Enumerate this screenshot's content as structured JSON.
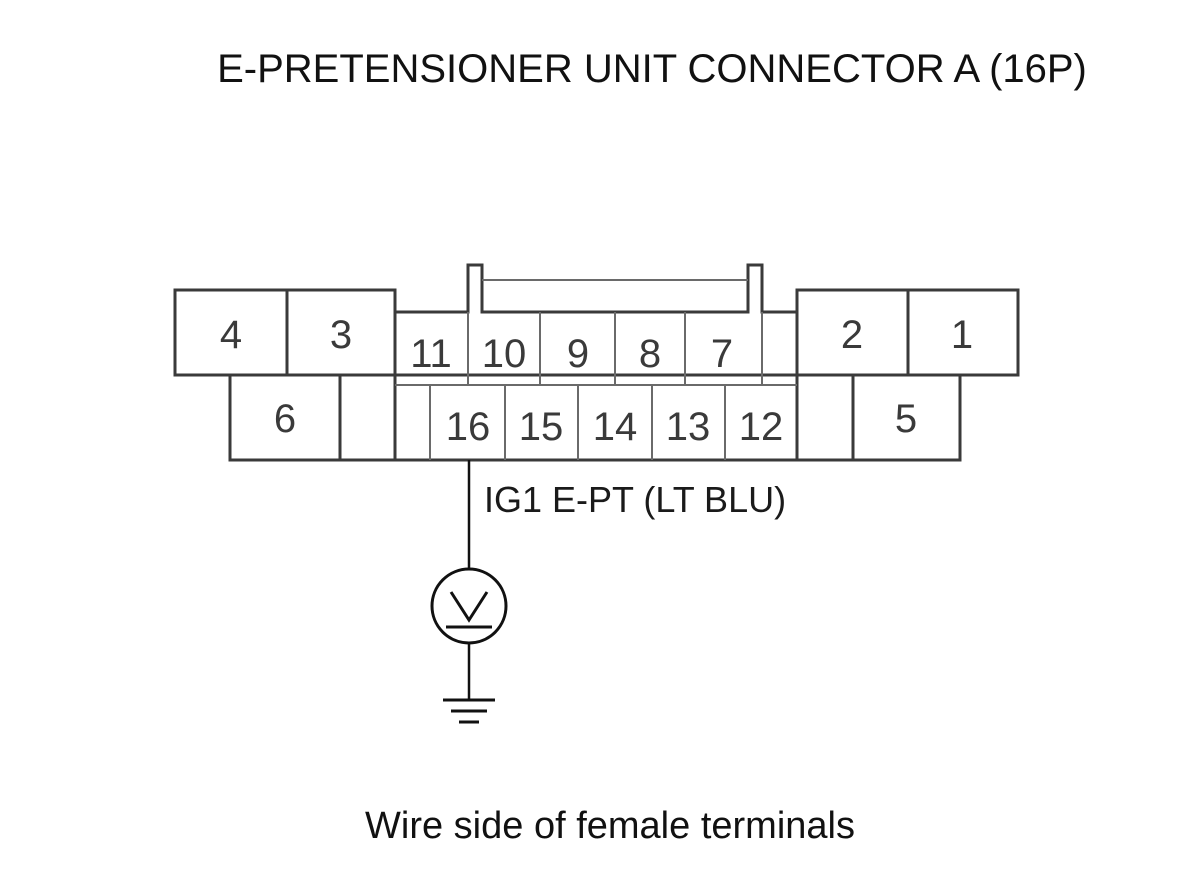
{
  "title": "E-PRETENSIONER UNIT CONNECTOR A (16P)",
  "connector": {
    "terminals": {
      "t1": "1",
      "t2": "2",
      "t3": "3",
      "t4": "4",
      "t5": "5",
      "t6": "6",
      "t7": "7",
      "t8": "8",
      "t9": "9",
      "t10": "10",
      "t11": "11",
      "t12": "12",
      "t13": "13",
      "t14": "14",
      "t15": "15",
      "t16": "16"
    }
  },
  "wire": {
    "label": "IG1 E-PT (LT BLU)",
    "terminal": "16"
  },
  "meter": {
    "symbol": "V"
  },
  "caption": "Wire side of female terminals"
}
